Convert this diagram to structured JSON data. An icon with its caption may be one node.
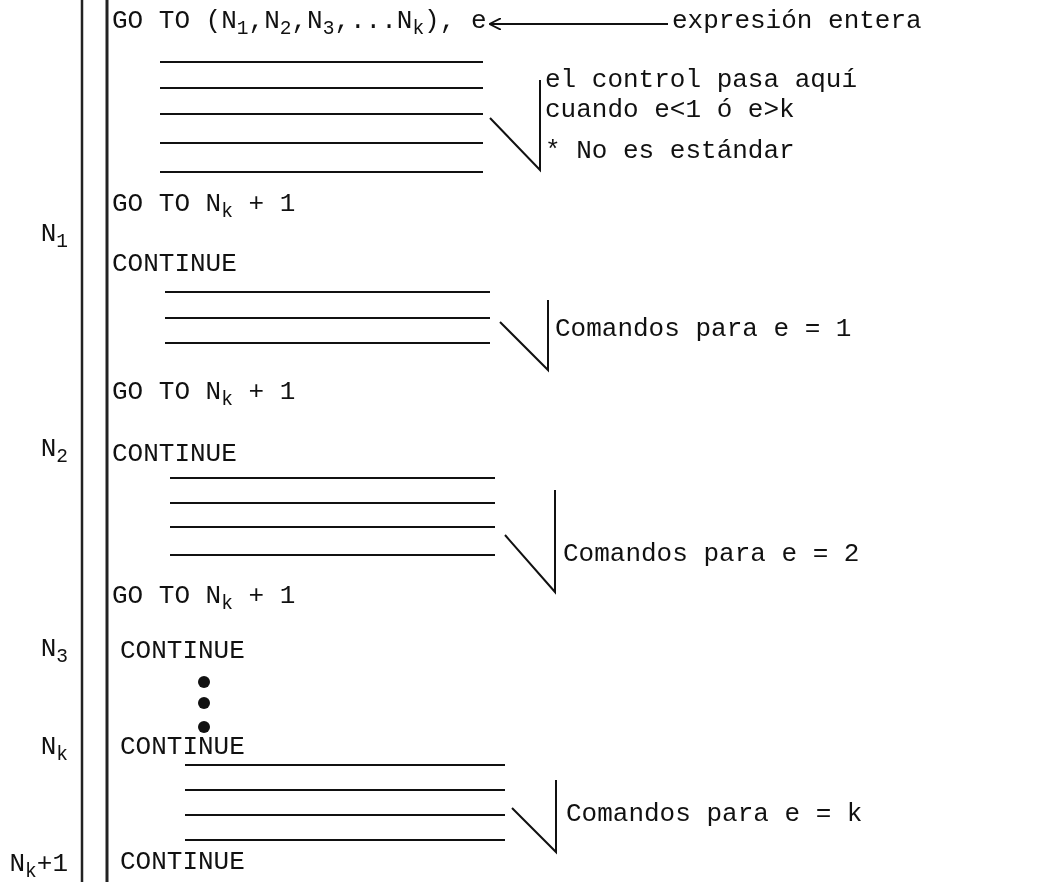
{
  "diagram": {
    "nodes": [
      {
        "text": [
          "GO TO (N$_{1}$,N$_{2}$,N$_{3}$,...N$_{k}$), e"
        ]
      },
      {
        "text": [
          "expresión entera"
        ]
      }
    ],
    "edges": [
      {
        "from": 1,
        "to": 0,
        "arrow": "to"
      }
    ],
    "labels": [
      "el control pasa aquí cuando e<1 ó e>k",
      "* No es estándar",
      "GO TO N$_{k}$ + 1",
      "N$_{1}$",
      "CONTINUE",
      "Comandos para e = 1",
      "GO TO N$_{k}$ + 1",
      "N$_{2}$",
      "CONTINUE",
      "Comandos para e = 2",
      "GO TO N$_{k}$ + 1",
      "N$_{3}$",
      "CONTINUE",
      "N$_{k}$",
      "CONTINUE",
      "Comandos para e = k",
      "N$_{k}$+1",
      "CONTINUE"
    ]
  }
}
